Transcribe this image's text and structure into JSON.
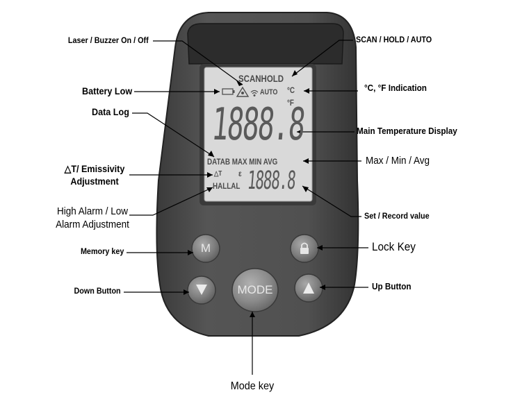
{
  "labels": {
    "laser_buzzer": "Laser / Buzzer On / Off",
    "scan_hold_auto": "SCAN / HOLD / AUTO",
    "battery_low": "Battery Low",
    "unit_indication": "°C, °F Indication",
    "data_log": "Data Log",
    "main_temp": "Main Temperature Display",
    "emissivity_line1": "△T/ Emissivity",
    "emissivity_line2": "Adjustment",
    "max_min_avg": "Max / Min / Avg",
    "high_alarm_line1": "High Alarm / Low",
    "high_alarm_line2": "Alarm Adjustment",
    "set_record": "Set / Record value",
    "memory_key": "Memory key",
    "lock_key": "Lock Key",
    "down_button": "Down Button",
    "up_button": "Up Button",
    "mode_key": "Mode key"
  },
  "lcd": {
    "scan_hold": "SCANHOLD",
    "auto": "AUTO",
    "celsius": "°C",
    "fahrenheit": "°F",
    "main_digits": "1888.8",
    "mode_row": "DATAB MAX MIN AVG",
    "delta_t": "△T",
    "epsilon": "ε",
    "hal_al": "HALLAL",
    "sub_digits": "1888.8"
  },
  "buttons": {
    "memory": "M",
    "mode": "MODE"
  },
  "colors": {
    "body": "#4b4b4b",
    "body_edge": "#2e2e2e",
    "lcd_bg": "#d9d9d9",
    "lcd_text": "#4a4a4a",
    "button": "#8a8a8a"
  }
}
